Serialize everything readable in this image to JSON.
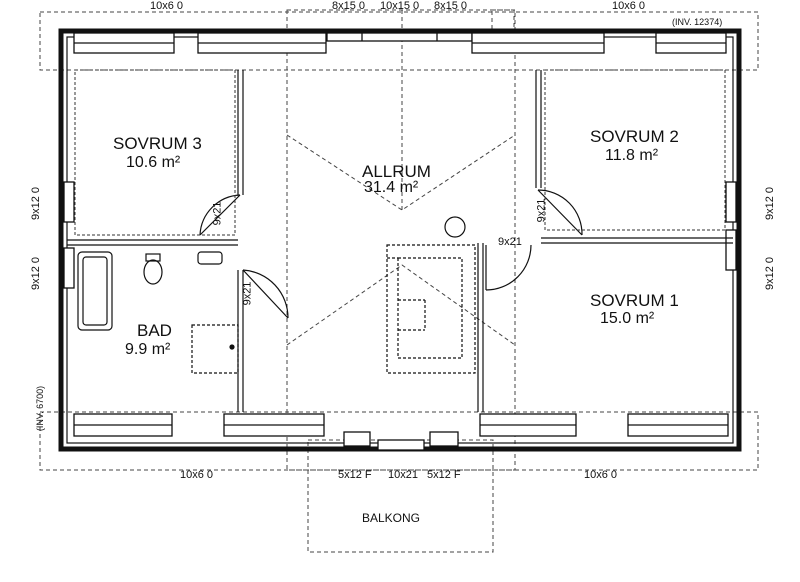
{
  "rooms": {
    "sovrum3": {
      "name": "SOVRUM 3",
      "area": "10.6 m²"
    },
    "sovrum2": {
      "name": "SOVRUM 2",
      "area": "11.8 m²"
    },
    "allrum": {
      "name": "ALLRUM",
      "area": "31.4 m²"
    },
    "sovrum1": {
      "name": "SOVRUM 1",
      "area": "15.0 m²"
    },
    "bad": {
      "name": "BAD",
      "area": "9.9 m²"
    },
    "balkong": {
      "name": "BALKONG"
    }
  },
  "windows": {
    "top_left": "10x6 0",
    "top_a": "8x15 0",
    "top_b": "10x15 0",
    "top_c": "8x15 0",
    "top_right": "10x6 0",
    "left_upper": "9x12 0",
    "left_lower": "9x12 0",
    "right_upper": "9x12 0",
    "right_lower": "9x12 0",
    "bottom_left": "10x6 0",
    "bottom_right": "10x6 0",
    "balcony_left": "5x12 F",
    "balcony_door": "10x21",
    "balcony_right": "5x12 F"
  },
  "doors": {
    "sovrum3_door": "9x21",
    "bad_door": "9x21",
    "sovrum2_door": "9x21",
    "sovrum1_door": "9x21"
  },
  "inventory": {
    "top": "(INV. 12374)",
    "left": "(INV. 6700)"
  }
}
